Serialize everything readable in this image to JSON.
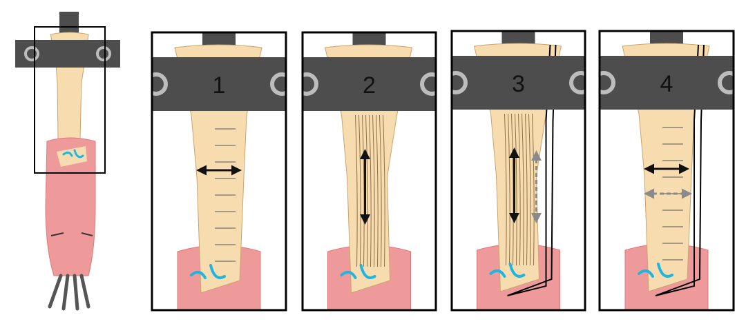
{
  "colors": {
    "clamp": "#4d4d4d",
    "clamp_screw": "#bdbdbd",
    "tissue": "#f7dcb0",
    "tissue_line": "#c9a46c",
    "muscle": "#ef9a9a",
    "muscle_dark": "#d97a7a",
    "suture": "#1fb5e0",
    "cable": "#555555",
    "frame": "#000000",
    "arrow": "#111111",
    "arrow_dashed": "#8a8a8a"
  },
  "panels": [
    {
      "label": "1",
      "arrow": "horizontal",
      "layers": 1
    },
    {
      "label": "2",
      "arrow": "vertical",
      "layers": 1
    },
    {
      "label": "3",
      "arrow": "vertical",
      "layers": 3
    },
    {
      "label": "4",
      "arrow": "horizontal",
      "layers": 3
    }
  ]
}
